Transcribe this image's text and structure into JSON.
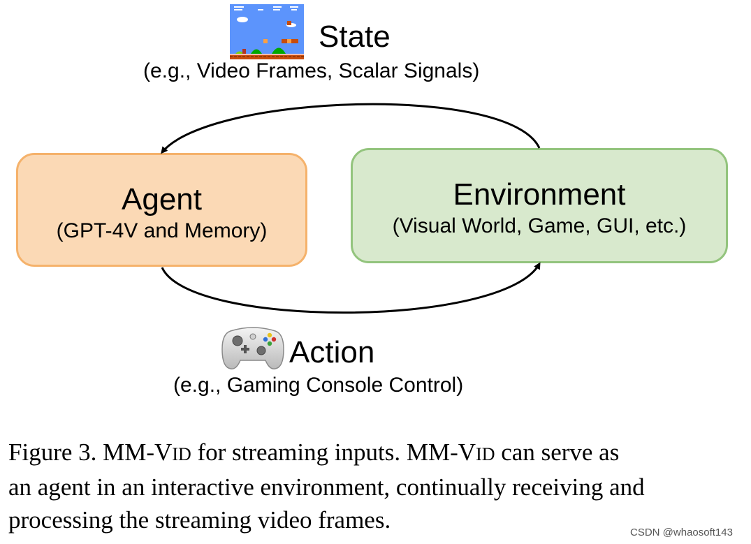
{
  "state": {
    "title": "State",
    "subtitle": "(e.g., Video Frames, Scalar Signals)"
  },
  "agent": {
    "title": "Agent",
    "subtitle": "(GPT-4V and Memory)",
    "fill_color": "#fbd9b5",
    "border_color": "#f5b26b"
  },
  "environment": {
    "title": "Environment",
    "subtitle": "(Visual World, Game, GUI, etc.)",
    "fill_color": "#d8e9cd",
    "border_color": "#93c47d"
  },
  "action": {
    "title": "Action",
    "subtitle": "(e.g., Gaming Console Control)"
  },
  "icons": {
    "state": "game-screenshot-icon",
    "action": "game-controller-icon"
  },
  "caption": {
    "line1_a": "Figure 3. MM-V",
    "line1_b": "ID",
    "line1_c": " for streaming inputs. MM-V",
    "line1_d": "ID",
    "line1_e": " can serve as",
    "line2": "an agent in an interactive environment, continually receiving and",
    "line3": "processing the streaming video frames."
  },
  "watermark": "CSDN @whaosoft143"
}
